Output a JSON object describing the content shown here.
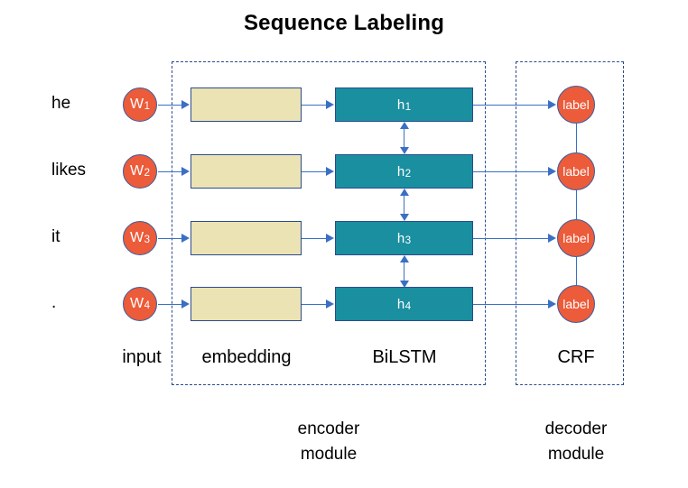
{
  "figure": {
    "title": "Sequence Labeling",
    "colors": {
      "token_circle": "#ec5b3a",
      "embedding_box": "#ece3b4",
      "lstm_box": "#1a8fa0",
      "connector": "#3a6fc4",
      "dashed_border": "#2b4b8f",
      "text": "#000000"
    }
  },
  "rows": [
    {
      "word": "he",
      "token": "W",
      "token_sub": "1",
      "hidden": "h",
      "hidden_sub": "1",
      "label": "label"
    },
    {
      "word": "likes",
      "token": "W",
      "token_sub": "2",
      "hidden": "h",
      "hidden_sub": "2",
      "label": "label"
    },
    {
      "word": "it",
      "token": "W",
      "token_sub": "3",
      "hidden": "h",
      "hidden_sub": "3",
      "label": "label"
    },
    {
      "word": ".",
      "token": "W",
      "token_sub": "4",
      "hidden": "h",
      "hidden_sub": "4",
      "label": "label"
    }
  ],
  "columns": {
    "input": "input",
    "embedding": "embedding",
    "bilstm": "BiLSTM",
    "crf": "CRF"
  },
  "modules": {
    "encoder_line1": "encoder",
    "encoder_line2": "module",
    "decoder_line1": "decoder",
    "decoder_line2": "module"
  }
}
